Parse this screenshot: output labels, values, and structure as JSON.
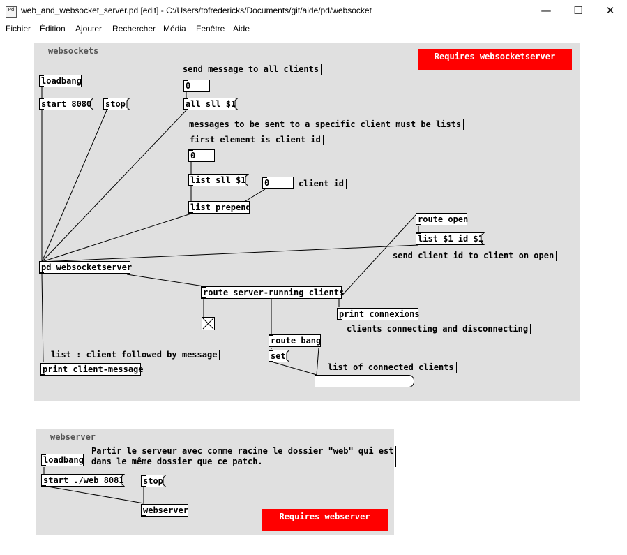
{
  "window": {
    "title": "web_and_websocket_server.pd  [edit] - C:/Users/tofredericks/Documents/git/aide/pd/websocket",
    "app_icon_text": "Pd",
    "minimize": "—",
    "maximize": "☐",
    "close": "✕"
  },
  "menu": [
    "Fichier",
    "Édition",
    "Ajouter",
    "Rechercher",
    "Média",
    "Fenêtre",
    "Aide"
  ],
  "websockets": {
    "label": "websockets",
    "requires": "Requires websocketserver",
    "comments": {
      "send_all": "send message to all clients",
      "specific_1": "messages to be sent to a specific client must be lists",
      "specific_2": "first element is client id",
      "client_id": "client id",
      "send_id_on_open": "send client id to client on open",
      "connections": "clients connecting and disconnecting",
      "list_client": "list : client followed by message",
      "connected_list": "list of connected clients"
    },
    "objects": {
      "loadbang": "loadbang",
      "pd_websocketserver": "pd websocketserver",
      "list_prepend": "list prepend",
      "route_open": "route open",
      "route_server_running": "route server-running clients",
      "print_connexions": "print connexions",
      "route_bang": "route bang",
      "print_client_message": "print client-message"
    },
    "messages": {
      "start": "start 8080",
      "stop": "stop",
      "all_sll": "all sll $1",
      "list_sll": "list sll $1",
      "list_id": "list $1 id $1",
      "set": "set"
    },
    "atoms": {
      "send_all_value": "0",
      "specific_value": "0",
      "client_id_value": "0"
    }
  },
  "webserver": {
    "label": "webserver",
    "comment": "Partir le serveur avec comme racine le dossier \"web\" qui est\ndans le même dossier que ce patch.",
    "requires": "Requires webserver",
    "objects": {
      "loadbang": "loadbang",
      "webserver": "webserver"
    },
    "messages": {
      "start": "start ./web 8081",
      "stop": "stop"
    }
  },
  "colors": {
    "gop_background": "#e0e0e0",
    "requires_background": "#ff0000",
    "requires_text": "#ffffff",
    "label_text": "#555555"
  }
}
